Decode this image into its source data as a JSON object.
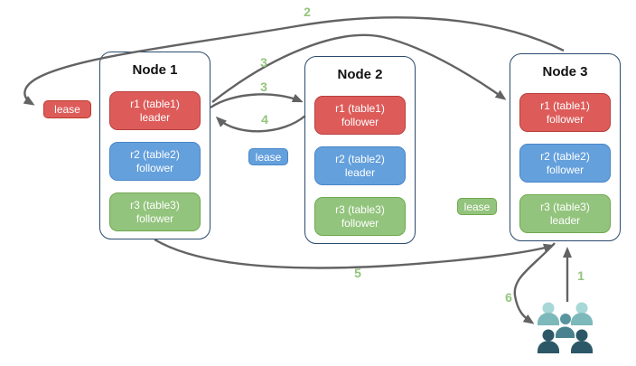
{
  "diagram": {
    "nodes": [
      {
        "title": "Node 1",
        "replicas": [
          {
            "name": "r1 (table1)",
            "role": "leader"
          },
          {
            "name": "r2 (table2)",
            "role": "follower"
          },
          {
            "name": "r3 (table3)",
            "role": "follower"
          }
        ]
      },
      {
        "title": "Node 2",
        "replicas": [
          {
            "name": "r1 (table1)",
            "role": "follower"
          },
          {
            "name": "r2 (table2)",
            "role": "leader"
          },
          {
            "name": "r3 (table3)",
            "role": "follower"
          }
        ]
      },
      {
        "title": "Node 3",
        "replicas": [
          {
            "name": "r1 (table1)",
            "role": "follower"
          },
          {
            "name": "r2 (table2)",
            "role": "follower"
          },
          {
            "name": "r3 (table3)",
            "role": "leader"
          }
        ]
      }
    ],
    "leases": [
      {
        "label": "lease",
        "color": "#dd5c5a"
      },
      {
        "label": "lease",
        "color": "#64a0dc"
      },
      {
        "label": "lease",
        "color": "#93c47d"
      }
    ],
    "steps": {
      "s1": "1",
      "s2": "2",
      "s3a": "3",
      "s3b": "3",
      "s4": "4",
      "s5": "5",
      "s6": "6"
    },
    "colors": {
      "replica_red": "#dd5c5a",
      "replica_blue": "#64a0dc",
      "replica_green": "#93c47d",
      "node_border": "#2b4a6d",
      "arrow": "#636363",
      "step_label": "#93c47d",
      "people_light": "#7db8ba",
      "people_medium": "#48828e",
      "people_dark": "#2c5766"
    },
    "icons": {
      "users": "users-icon"
    }
  }
}
